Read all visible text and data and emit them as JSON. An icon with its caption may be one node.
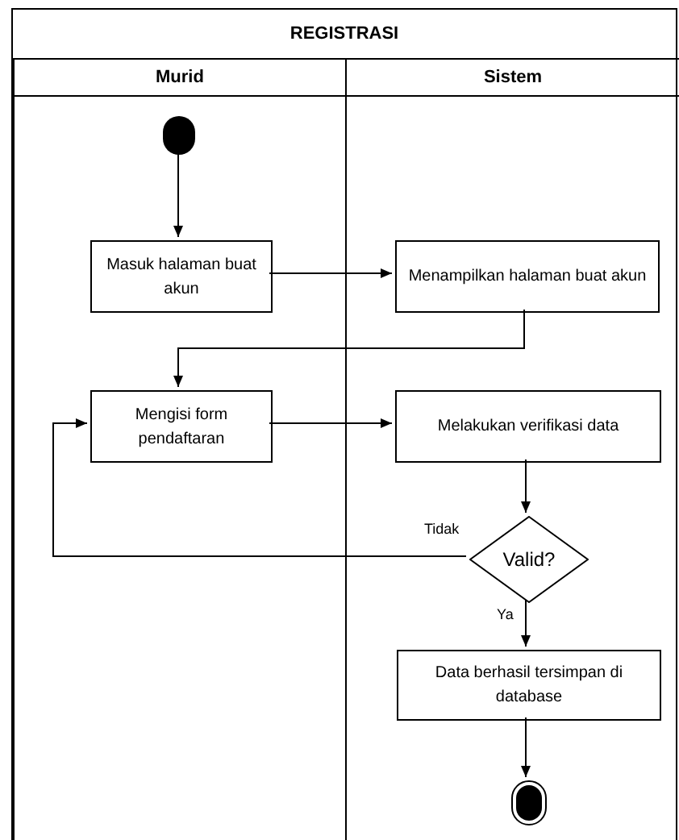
{
  "diagram": {
    "nodes": [
      {
        "text": [
          "REGISTRASI"
        ]
      },
      {
        "text": [
          "Murid"
        ],
        "in": 0
      },
      {
        "text": [
          "Sistem"
        ],
        "in": 0
      },
      {
        "text": [],
        "shape": "circle",
        "in": 1
      },
      {
        "text": [
          "Masuk halaman buat akun"
        ],
        "in": 1
      },
      {
        "text": [
          "Menampilkan halaman buat akun"
        ],
        "in": 2
      },
      {
        "text": [
          "Mengisi form pendaftaran"
        ],
        "in": 1
      },
      {
        "text": [
          "Melakukan verifikasi data"
        ],
        "in": 2
      },
      {
        "text": [
          "Valid?"
        ],
        "in": 2
      },
      {
        "text": [
          "Data berhasil tersimpan di database"
        ],
        "in": 2
      },
      {
        "text": [],
        "shape": "bullseye",
        "in": 2
      }
    ],
    "edges": [
      {
        "from": 3,
        "to": 4,
        "arrow": "to"
      },
      {
        "from": 4,
        "to": 5,
        "arrow": "to"
      },
      {
        "from": 5,
        "to": 6,
        "arrow": "to"
      },
      {
        "from": 6,
        "to": 7,
        "arrow": "to"
      },
      {
        "from": 7,
        "to": 8,
        "arrow": "to"
      },
      {
        "from": 8,
        "to": 6,
        "arrow": "to",
        "label": "Tidak"
      },
      {
        "from": 8,
        "to": 9,
        "arrow": "to",
        "label": "Ya"
      },
      {
        "from": 9,
        "to": 10,
        "arrow": "to"
      }
    ]
  }
}
